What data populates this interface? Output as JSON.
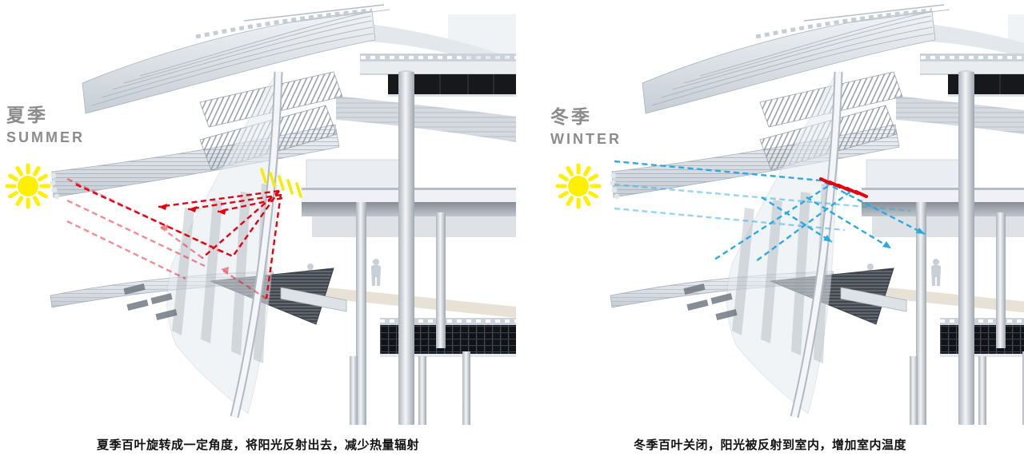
{
  "page": {
    "background": "#ffffff"
  },
  "label_color": "#8c8c8c",
  "caption_color": "#111111",
  "panels": [
    {
      "id": "summer",
      "season_zh": "夏季",
      "season_en": "SUMMER",
      "caption": "夏季百叶旋转成一定角度，将阳光反射出去，减少热量辐射",
      "sun_color": "#ffef00",
      "ray_color": "#e60012",
      "louver_mark_color": "#f7ec00"
    },
    {
      "id": "winter",
      "season_zh": "冬季",
      "season_en": "WINTER",
      "caption": "冬季百叶关闭，阳光被反射到室内，增加室内温度",
      "sun_color": "#ffef00",
      "ray_color": "#29abe2",
      "louver_mark_color": "#e60012"
    }
  ]
}
